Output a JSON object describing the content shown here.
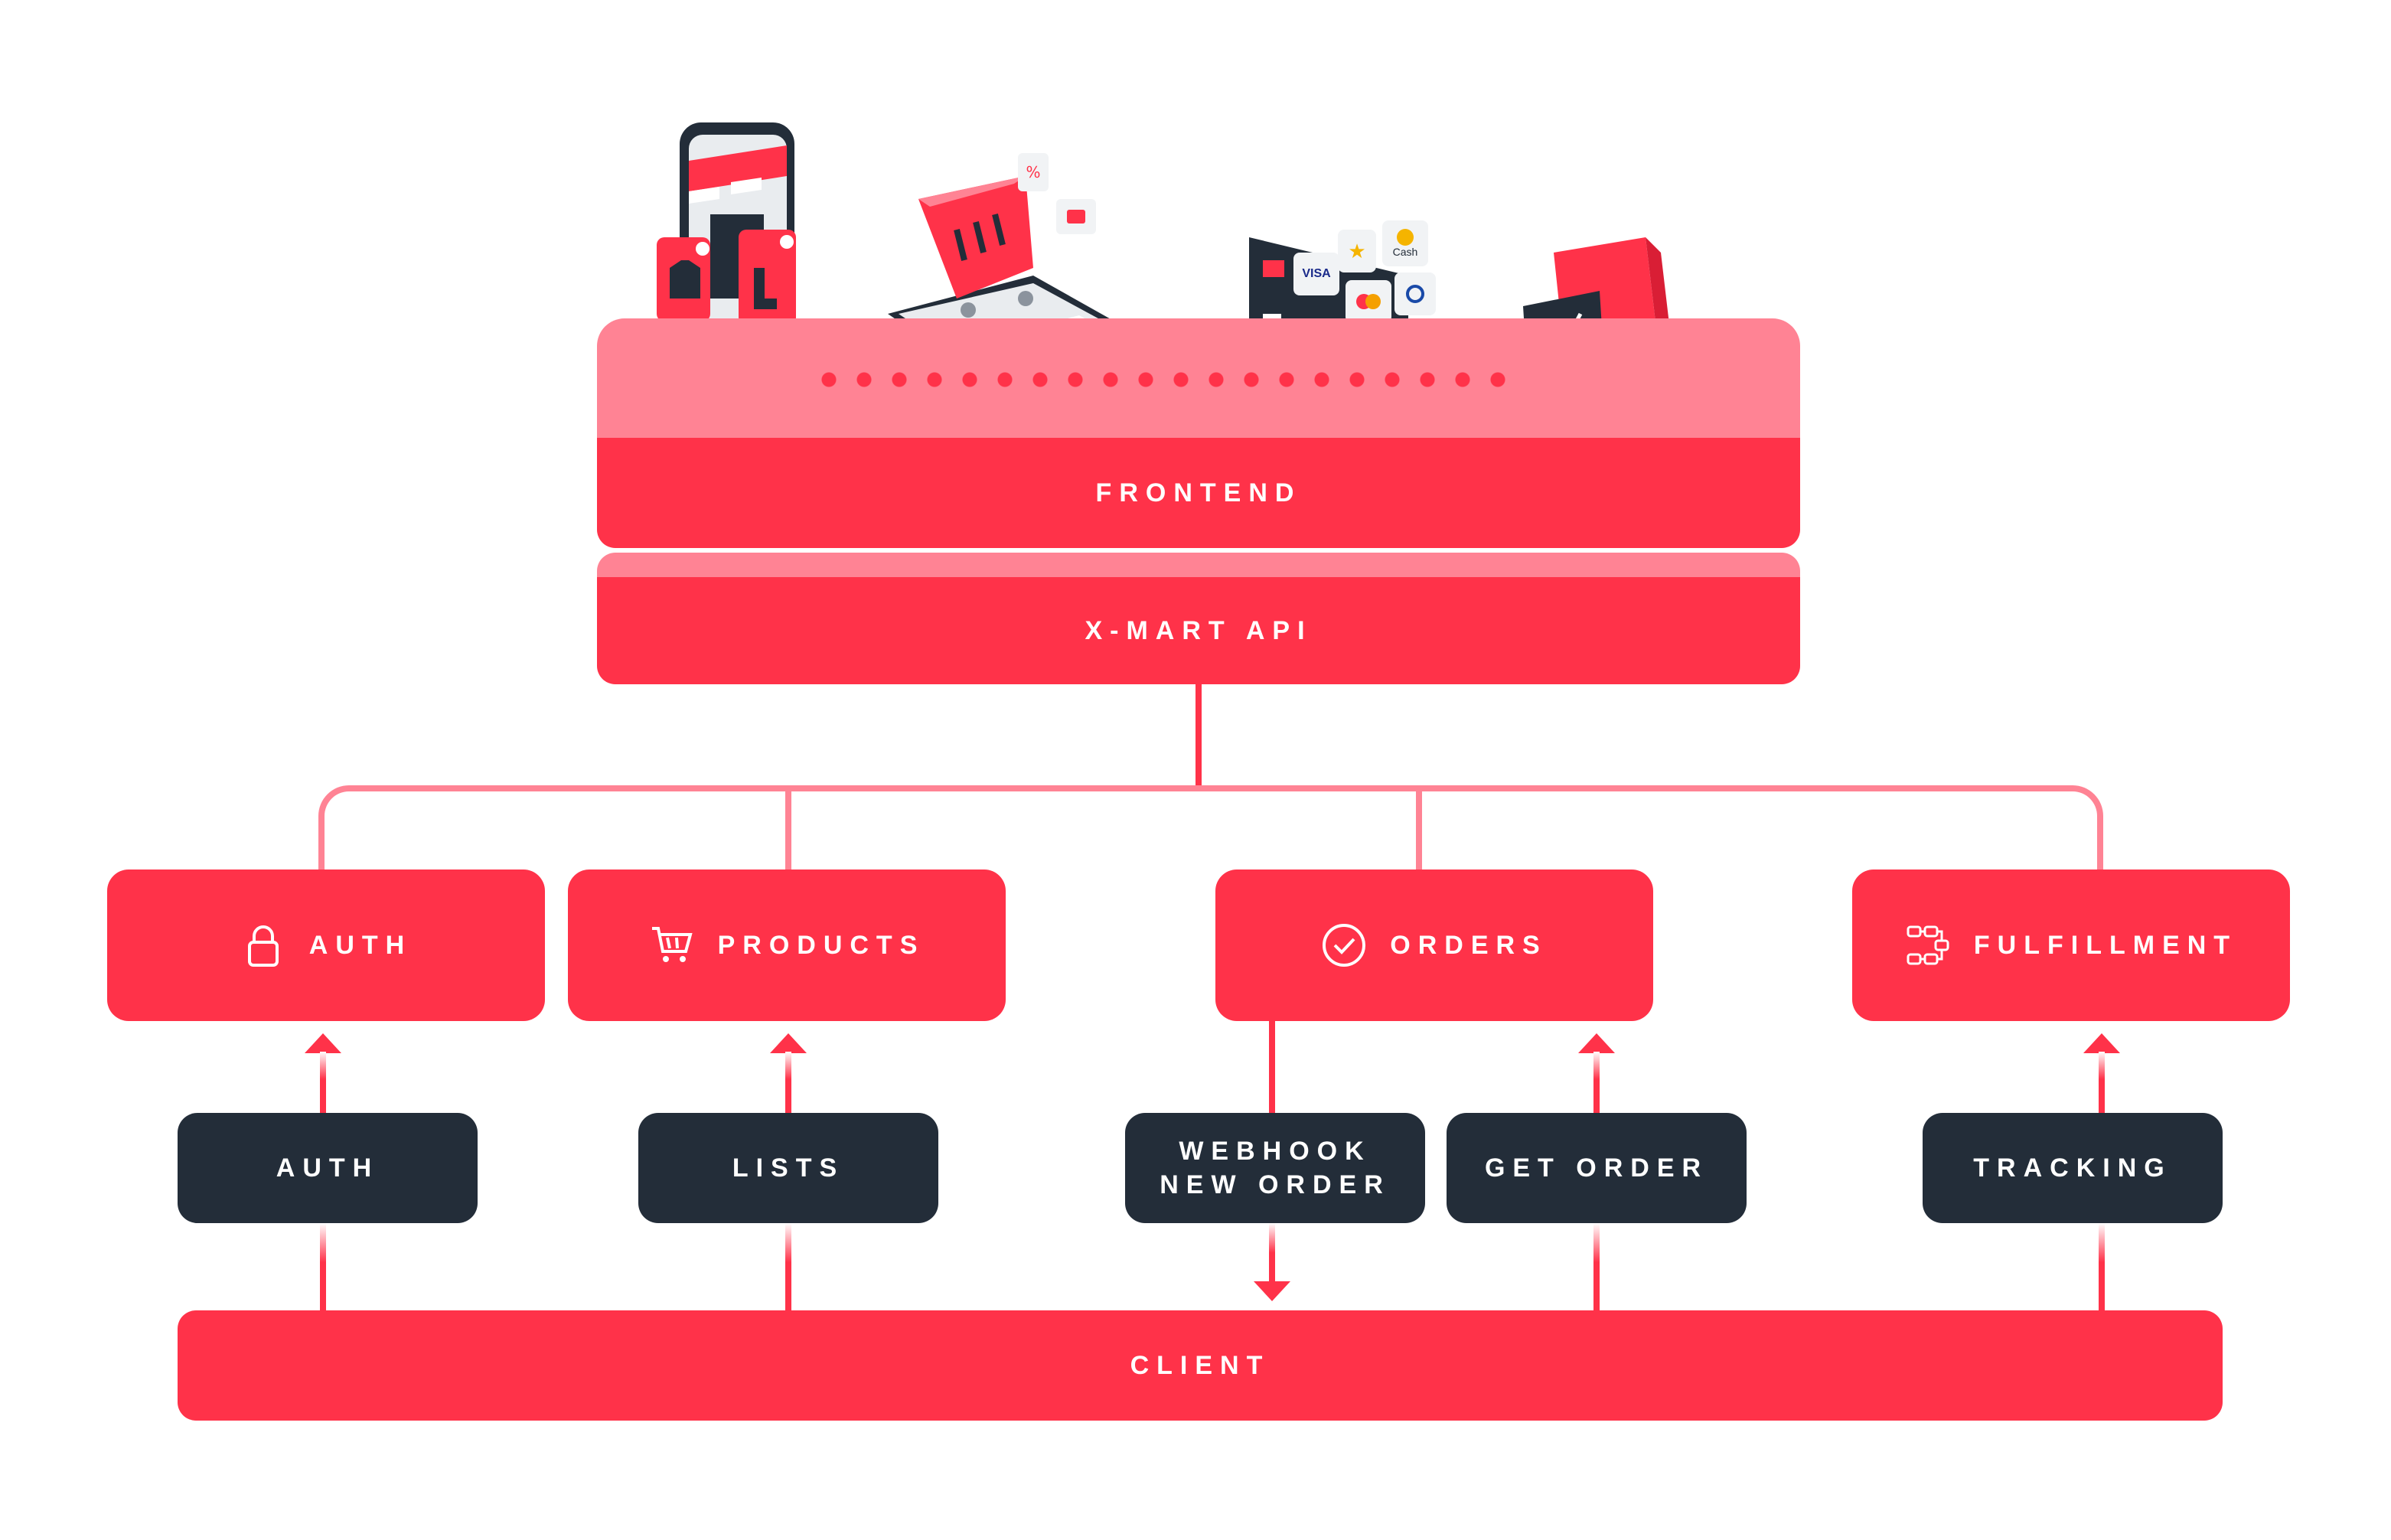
{
  "layers": {
    "frontend": "FRONTEND",
    "api": "X-MART API"
  },
  "services": [
    {
      "label": "AUTH",
      "icon": "lock-icon"
    },
    {
      "label": "PRODUCTS",
      "icon": "shopping-cart-icon"
    },
    {
      "label": "ORDERS",
      "icon": "check-circle-icon"
    },
    {
      "label": "FULFILLMENT",
      "icon": "flow-chain-icon"
    }
  ],
  "endpoints": [
    {
      "label": "AUTH"
    },
    {
      "label": "LISTS"
    },
    {
      "label": "WEBHOOK\nNEW ORDER"
    },
    {
      "label": "GET ORDER"
    },
    {
      "label": "TRACKING"
    }
  ],
  "client": "CLIENT",
  "illustrations": [
    "smartphone-store-icon",
    "shopping-basket-tablet-icon",
    "credit-card-payment-icon",
    "shopping-bags-icon"
  ],
  "card_badges": {
    "visa": "VISA",
    "cash": "Cash"
  },
  "colors": {
    "primary": "#ff3249",
    "primary_light": "#ff8394",
    "dark": "#232d39",
    "background": "#ffffff"
  }
}
